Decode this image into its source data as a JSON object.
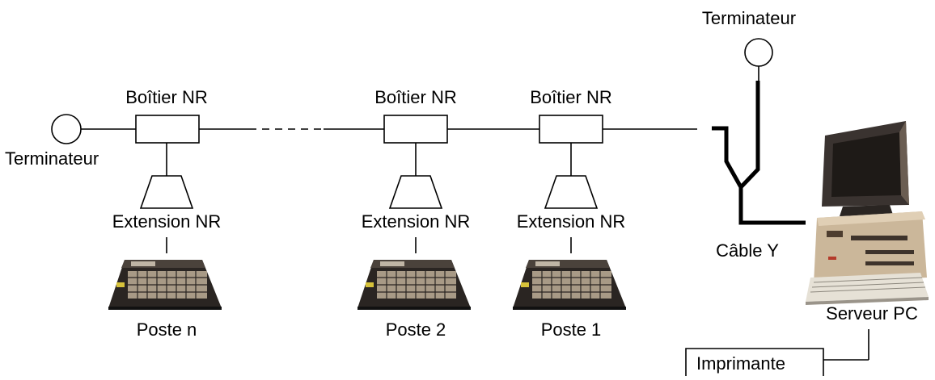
{
  "labels": {
    "terminator_left": "Terminateur",
    "terminator_top": "Terminateur",
    "box_n": "Boîtier NR",
    "box_2": "Boîtier NR",
    "box_1": "Boîtier NR",
    "ext_n": "Extension NR",
    "ext_2": "Extension NR",
    "ext_1": "Extension NR",
    "station_n": "Poste n",
    "station_2": "Poste 2",
    "station_1": "Poste 1",
    "cable_y": "Câble Y",
    "server": "Serveur PC",
    "printer": "Imprimante"
  },
  "icons": {
    "station": "keyboard-computer-icon",
    "server": "desktop-pc-icon"
  },
  "colors": {
    "line": "#000000",
    "keyboard_body": "#2a2522",
    "pc_beige": "#cbb79a",
    "screen": "#1e1a17"
  }
}
